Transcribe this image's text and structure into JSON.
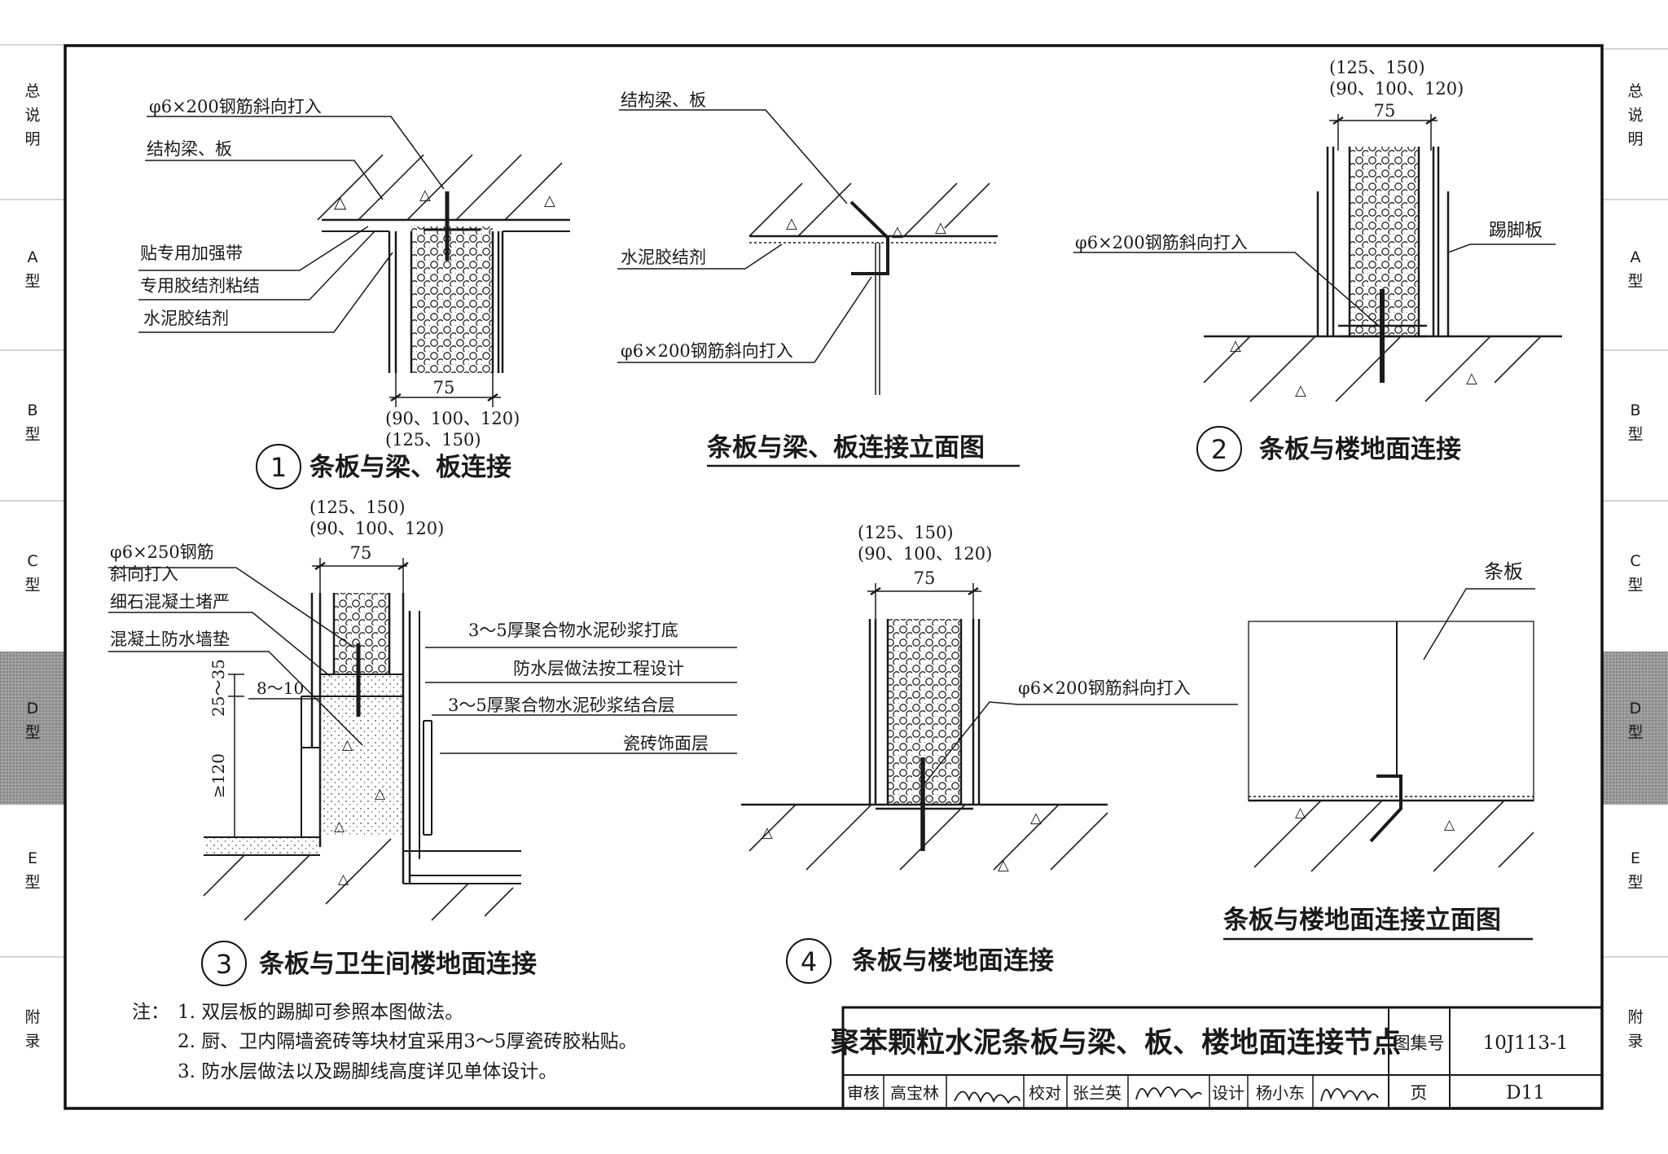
{
  "side_tabs": [
    {
      "id": "zong",
      "label": "总\n说\n明",
      "active": false
    },
    {
      "id": "a",
      "label": "A\n型",
      "active": false
    },
    {
      "id": "b",
      "label": "B\n型",
      "active": false
    },
    {
      "id": "c",
      "label": "C\n型",
      "active": false
    },
    {
      "id": "d",
      "label": "D\n型",
      "active": true
    },
    {
      "id": "e",
      "label": "E\n型",
      "active": false
    },
    {
      "id": "fu",
      "label": "附\n录",
      "active": false
    }
  ],
  "details": {
    "d1": {
      "num": "1",
      "title": "条板与梁、板连接",
      "leader_rebar": "φ6×200钢筋斜向打入",
      "leader_beam": "结构梁、板",
      "leader_tape": "贴专用加强带",
      "leader_glue": "专用胶结剂粘结",
      "leader_cement": "水泥胶结剂",
      "dim_75": "75",
      "dim_alt1": "(90、100、120)",
      "dim_alt2": "(125、150)"
    },
    "elev_beam": {
      "title": "条板与梁、板连接立面图",
      "leader_beam": "结构梁、板",
      "leader_cement": "水泥胶结剂",
      "leader_rebar": "φ6×200钢筋斜向打入"
    },
    "d2": {
      "num": "2",
      "title": "条板与楼地面连接",
      "dim_alt2": "(125、150)",
      "dim_alt1": "(90、100、120)",
      "dim_75": "75",
      "leader_rebar": "φ6×200钢筋斜向打入",
      "leader_skirting": "踢脚板"
    },
    "d3": {
      "num": "3",
      "title": "条板与卫生间楼地面连接",
      "dim_alt2": "(125、150)",
      "dim_alt1": "(90、100、120)",
      "dim_75": "75",
      "leader_rebar_1": "φ6×250钢筋",
      "leader_rebar_2": "斜向打入",
      "leader_fill": "细石混凝土堵严",
      "leader_curb": "混凝土防水墙垫",
      "leader_base": "3～5厚聚合物水泥砂浆打底",
      "leader_waterproof": "防水层做法按工程设计",
      "leader_bond": "3～5厚聚合物水泥砂浆结合层",
      "leader_tile": "瓷砖饰面层",
      "dim_25_35": "25～35",
      "dim_8_10": "8～10",
      "dim_120": "≥120"
    },
    "d4": {
      "num": "4",
      "title": "条板与楼地面连接",
      "dim_alt2": "(125、150)",
      "dim_alt1": "(90、100、120)",
      "dim_75": "75",
      "leader_rebar": "φ6×200钢筋斜向打入"
    },
    "elev_floor": {
      "title": "条板与楼地面连接立面图",
      "leader_panel": "条板"
    }
  },
  "notes": {
    "prefix": "注：",
    "items": [
      "1.  双层板的踢脚可参照本图做法。",
      "2.  厨、卫内隔墙瓷砖等块材宜采用3～5厚瓷砖胶粘贴。",
      "3.  防水层做法以及踢脚线高度详见单体设计。"
    ]
  },
  "title_block": {
    "title": "聚苯颗粒水泥条板与梁、板、楼地面连接节点",
    "atlas_label": "图集号",
    "atlas_no": "10J113-1",
    "review_label": "审核",
    "reviewer": "高宝林",
    "check_label": "校对",
    "checker": "张兰英",
    "design_label": "设计",
    "designer": "杨小东",
    "page_label": "页",
    "page_no": "D11"
  }
}
